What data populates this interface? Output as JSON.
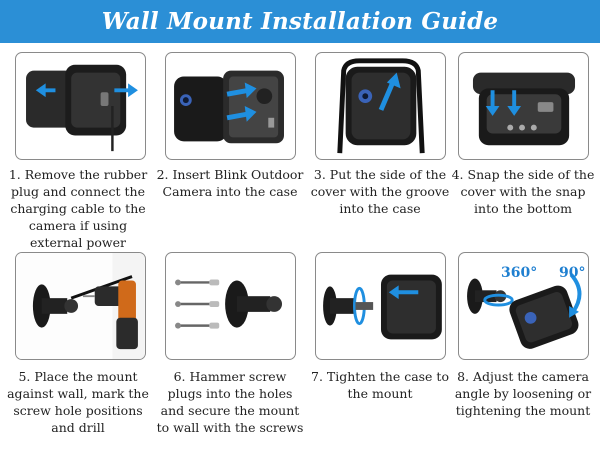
{
  "header": {
    "title": "Wall Mount Installation Guide",
    "bg_color": "#2b8fd6"
  },
  "accent_color": "#1f8fe0",
  "steps": [
    {
      "caption": "1. Remove the rubber plug and connect the charging cable to the camera if using external power"
    },
    {
      "caption": "2. Insert Blink Outdoor Camera into the case"
    },
    {
      "caption": "3. Put the side of the cover with the groove into the case"
    },
    {
      "caption": "4. Snap the side of the cover with the snap into the bottom"
    },
    {
      "caption": "5. Place the mount against wall, mark the screw hole positions and drill"
    },
    {
      "caption": "6. Hammer screw plugs into the holes and secure the mount to wall with the screws"
    },
    {
      "caption": "7. Tighten the case to the mount"
    },
    {
      "caption": "8. Adjust the camera angle by loosening or tightening the mount",
      "rotation_labels": [
        "360°",
        "90°"
      ]
    }
  ]
}
